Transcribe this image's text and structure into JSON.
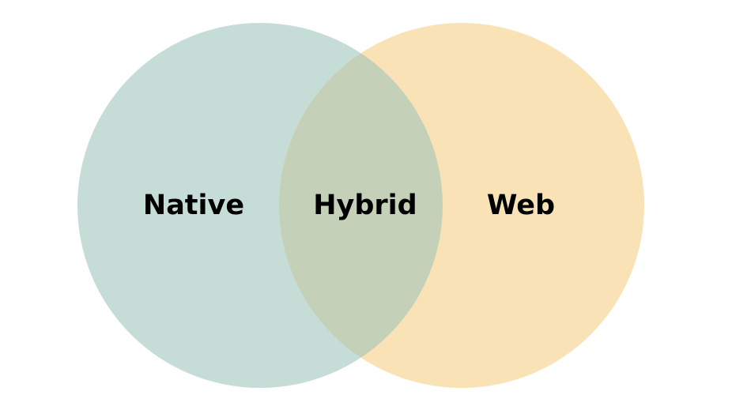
{
  "diagram": {
    "type": "venn",
    "sets": [
      {
        "label": "Native",
        "color": "#c6ddd7"
      },
      {
        "label": "Web",
        "color": "#f9e2b6"
      }
    ],
    "overlap": {
      "label": "Hybrid",
      "color": "#c5d0b9"
    }
  }
}
